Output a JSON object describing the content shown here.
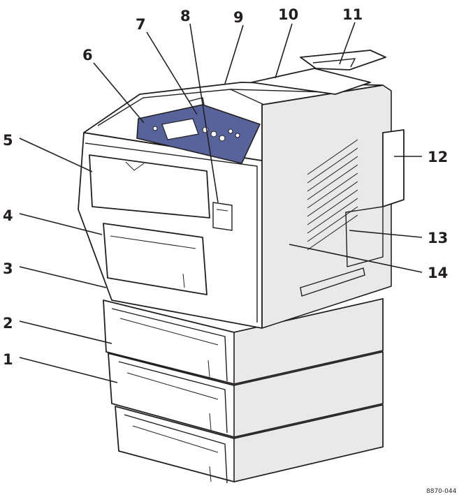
{
  "diagram": {
    "callouts": [
      {
        "id": "1",
        "label": "1"
      },
      {
        "id": "2",
        "label": "2"
      },
      {
        "id": "3",
        "label": "3"
      },
      {
        "id": "4",
        "label": "4"
      },
      {
        "id": "5",
        "label": "5"
      },
      {
        "id": "6",
        "label": "6"
      },
      {
        "id": "7",
        "label": "7"
      },
      {
        "id": "8",
        "label": "8"
      },
      {
        "id": "9",
        "label": "9"
      },
      {
        "id": "10",
        "label": "10"
      },
      {
        "id": "11",
        "label": "11"
      },
      {
        "id": "12",
        "label": "12"
      },
      {
        "id": "13",
        "label": "13"
      },
      {
        "id": "14",
        "label": "14"
      }
    ],
    "figure_id": "8870-044"
  },
  "colors": {
    "ink": "#231f20",
    "control_panel": "#56649b",
    "body": "#ffffff"
  }
}
